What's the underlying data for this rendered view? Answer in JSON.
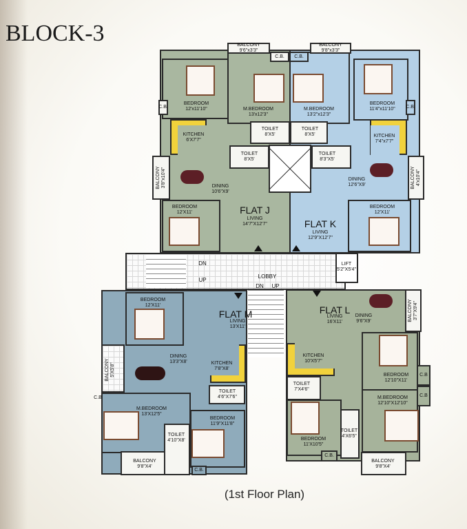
{
  "title": "BLOCK-3",
  "caption": "(1st Floor Plan)",
  "colors": {
    "flat_j": "#a9b7a0",
    "flat_k": "#b4d0e6",
    "flat_m": "#8fabbb",
    "flat_l": "#a6b39b",
    "kitchen": "#f1d23c",
    "dining_table": "#5c1f26"
  },
  "flat_j": {
    "name": "FLAT J",
    "living": "LIVING",
    "living_dim": "14'7\"X12'7\"",
    "bedroom1": {
      "name": "BEDROOM",
      "dim": "12'x11'10\""
    },
    "mbedroom": {
      "name": "M.BEDROOM",
      "dim": "13'x12'3\""
    },
    "balcony_top": {
      "name": "BALCONY",
      "dim": "9'6\"x3'3\""
    },
    "cb_top": "C.B.",
    "cb_left": "C.B.",
    "kitchen": {
      "name": "KITCHEN",
      "dim": "6'X7'7\""
    },
    "toilet1": {
      "name": "TOILET",
      "dim": "8'X5'"
    },
    "toilet2": {
      "name": "TOILET",
      "dim": "8'X5'"
    },
    "balcony_side": {
      "name": "BALCONY",
      "dim": "3'8\"x10'4\""
    },
    "dining": {
      "name": "DINING",
      "dim": "10'6\"X9'"
    },
    "bedroom2": {
      "name": "BEDROOM",
      "dim": "12'X11'"
    }
  },
  "flat_k": {
    "name": "FLAT K",
    "living": "LIVING",
    "living_dim": "12'9\"X12'7\"",
    "mbedroom": {
      "name": "M.BEDROOM",
      "dim": "13'2\"x12'3\""
    },
    "balcony_top": {
      "name": "BALCONY",
      "dim": "9'8\"x3'3\""
    },
    "cb_top": "C.B.",
    "cb_right": "C.B.",
    "bedroom1": {
      "name": "BEDROOM",
      "dim": "11'4\"x11'10\""
    },
    "kitchen": {
      "name": "KITCHEN",
      "dim": "7'4\"x7'7\""
    },
    "toilet1": {
      "name": "TOILET",
      "dim": "8'X5'"
    },
    "toilet2": {
      "name": "TOILET",
      "dim": "8'3\"X5'"
    },
    "dining": {
      "name": "DINING",
      "dim": "12'6\"X9'"
    },
    "balcony_side": {
      "name": "BALCONY",
      "dim": "4'x10'4\""
    },
    "bedroom2": {
      "name": "BEDROOM",
      "dim": "12'X11'"
    }
  },
  "lobby": {
    "name": "LOBBY",
    "dn": "DN",
    "up": "UP",
    "dn2": "DN",
    "up2": "UP",
    "lift": "LIFT",
    "lift_dim": "5'2\"X5'4\""
  },
  "flat_m": {
    "name": "FLAT M",
    "living": "LIVING",
    "living_dim": "13'X11'",
    "bedroom1": {
      "name": "BEDROOM",
      "dim": "12'X11'"
    },
    "dining": {
      "name": "DINING",
      "dim": "13'3\"X8'"
    },
    "balcony_side": {
      "name": "BALCONY",
      "dim": "5'X5'8\""
    },
    "kitchen": {
      "name": "KITCHEN",
      "dim": "7'8\"X8'"
    },
    "toilet1": {
      "name": "TOILET",
      "dim": "4'6\"X7'6\""
    },
    "mbedroom": {
      "name": "M.BEDROOM",
      "dim": "13'X12'5\""
    },
    "toilet2": {
      "name": "TOILET",
      "dim": "4'10\"X8'"
    },
    "bedroom2": {
      "name": "BEDROOM",
      "dim": "11'9\"X11'8\""
    },
    "balcony_bottom": {
      "name": "BALCONY",
      "dim": "9'8\"X4'"
    },
    "cb_bottom": "C.B.",
    "cb_left": "C.B"
  },
  "flat_l": {
    "name": "FLAT L",
    "living": "LIVING",
    "living_dim": "16'X11'",
    "dining": {
      "name": "DINING",
      "dim": "9'6\"X9'"
    },
    "balcony_side": {
      "name": "BALCONY",
      "dim": "3'7\"X9'4\""
    },
    "kitchen": {
      "name": "KITCHEN",
      "dim": "10'X5'7\""
    },
    "bedroom1": {
      "name": "BEDROOM",
      "dim": "12'10\"X11'"
    },
    "cb1": "C.B",
    "cb2": "C.B",
    "toilet1": {
      "name": "TOILET",
      "dim": "7'X4'6\""
    },
    "mbedroom": {
      "name": "M.BEDROOM",
      "dim": "12'10\"X12'10\""
    },
    "bedroom2": {
      "name": "BEDROOM",
      "dim": "11'X10'5\""
    },
    "toilet2": {
      "name": "TOILET",
      "dim": "4'X6'5\""
    },
    "cb_bottom": "C.B.",
    "balcony_bottom": {
      "name": "BALCONY",
      "dim": "9'8\"X4'"
    }
  }
}
